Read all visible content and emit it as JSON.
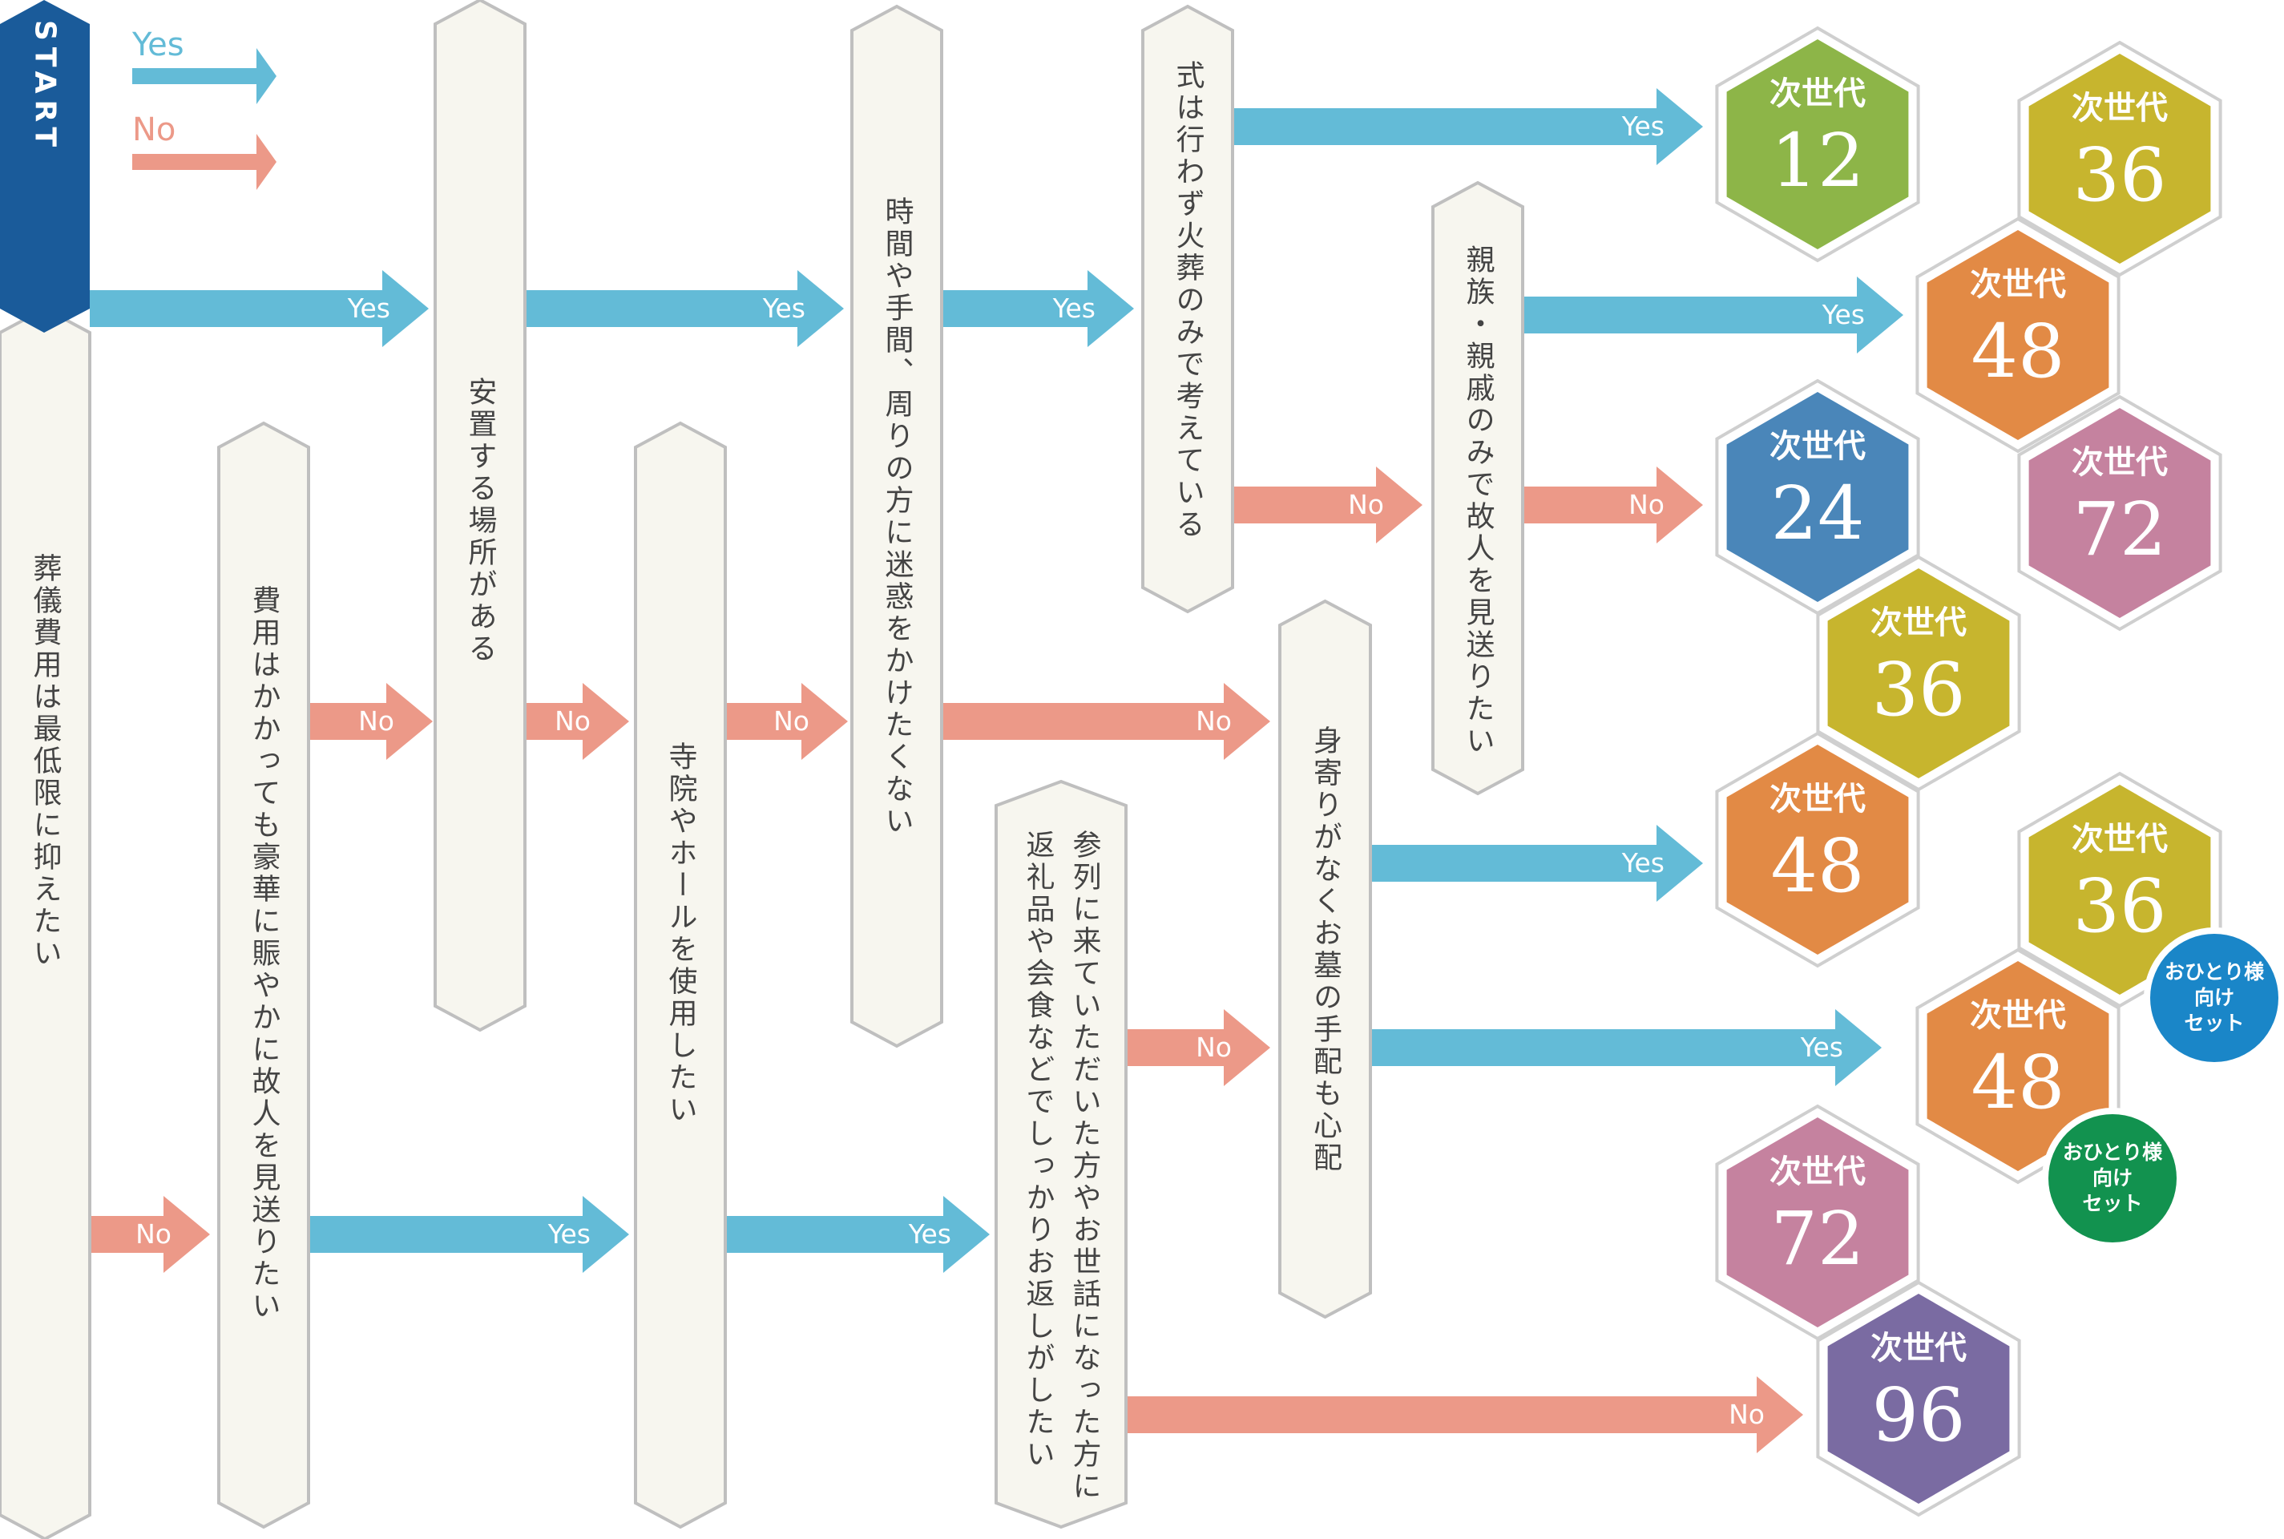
{
  "legend": [
    {
      "label": "Yes",
      "color": "#63bbd7"
    },
    {
      "label": "No",
      "color": "#ec9988"
    }
  ],
  "start_label": "START",
  "questions": [
    {
      "id": "q1",
      "text": "葬儀費用は最低限に抑えたい"
    },
    {
      "id": "q2",
      "text": "費用はかかっても豪華に賑やかに故人を見送りたい"
    },
    {
      "id": "q3",
      "text": "安置する場所がある"
    },
    {
      "id": "q4",
      "text": "寺院やホールを使用したい"
    },
    {
      "id": "q5",
      "text": "時間や手間、周りの方に迷惑をかけたくない"
    },
    {
      "id": "q6",
      "text": "参列に来ていただいた方やお世話になった方に返礼品や会食などでしっかりお返しがしたい"
    },
    {
      "id": "q7",
      "text": "式は行わず火葬のみで考えている"
    },
    {
      "id": "q8",
      "text": "身寄りがなくお墓の手配も心配"
    },
    {
      "id": "q9",
      "text": "親族・親戚のみで故人を見送りたい"
    }
  ],
  "arrows": [
    {
      "label": "Yes"
    },
    {
      "label": "Yes"
    },
    {
      "label": "Yes"
    },
    {
      "label": "Yes"
    },
    {
      "label": "No"
    },
    {
      "label": "No"
    },
    {
      "label": "No"
    },
    {
      "label": "No"
    },
    {
      "label": "No"
    },
    {
      "label": "Yes"
    },
    {
      "label": "Yes"
    },
    {
      "label": "Yes"
    },
    {
      "label": "No"
    },
    {
      "label": "No"
    },
    {
      "label": "Yes"
    },
    {
      "label": "No"
    },
    {
      "label": "Yes"
    },
    {
      "label": "No"
    },
    {
      "label": "Yes"
    }
  ],
  "results": [
    {
      "word": "次世代",
      "number": "12",
      "color": "#8db548"
    },
    {
      "word": "次世代",
      "number": "36",
      "color": "#c7b52e"
    },
    {
      "word": "次世代",
      "number": "48",
      "color": "#e28a45"
    },
    {
      "word": "次世代",
      "number": "72",
      "color": "#c5829f"
    },
    {
      "word": "次世代",
      "number": "24",
      "color": "#4a86b9"
    },
    {
      "word": "次世代",
      "number": "36",
      "color": "#c7b52e"
    },
    {
      "word": "次世代",
      "number": "48",
      "color": "#e28a45"
    },
    {
      "word": "次世代",
      "number": "36",
      "color": "#c7b52e"
    },
    {
      "word": "次世代",
      "number": "48",
      "color": "#e28a45"
    },
    {
      "word": "次世代",
      "number": "72",
      "color": "#c5829f"
    },
    {
      "word": "次世代",
      "number": "96",
      "color": "#7a6ba2"
    }
  ],
  "badges": [
    {
      "lines": [
        "おひとり様",
        "向け",
        "セット"
      ],
      "color": "#1a86c8"
    },
    {
      "lines": [
        "おひとり様",
        "向け",
        "セット"
      ],
      "color": "#12924f"
    }
  ],
  "colors": {
    "yes": "#63bbd7",
    "no": "#ec9988",
    "start": "#1a5b9a",
    "box_fill": "#f7f6ef",
    "box_stroke": "#bfbfbf"
  }
}
